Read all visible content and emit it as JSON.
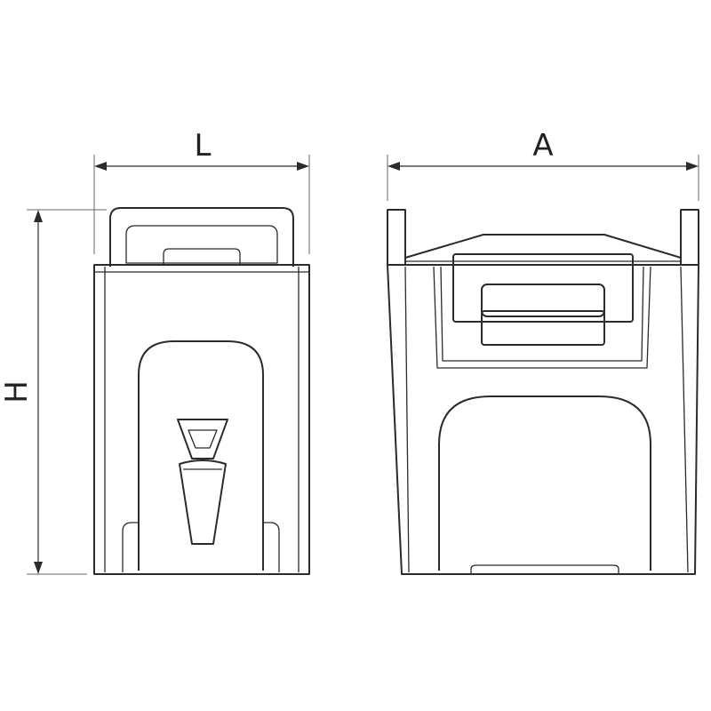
{
  "dimensions": {
    "length_label": "L",
    "width_label": "A",
    "height_label": "H"
  },
  "colors": {
    "line": "#2b2b2b",
    "background": "#ffffff"
  }
}
